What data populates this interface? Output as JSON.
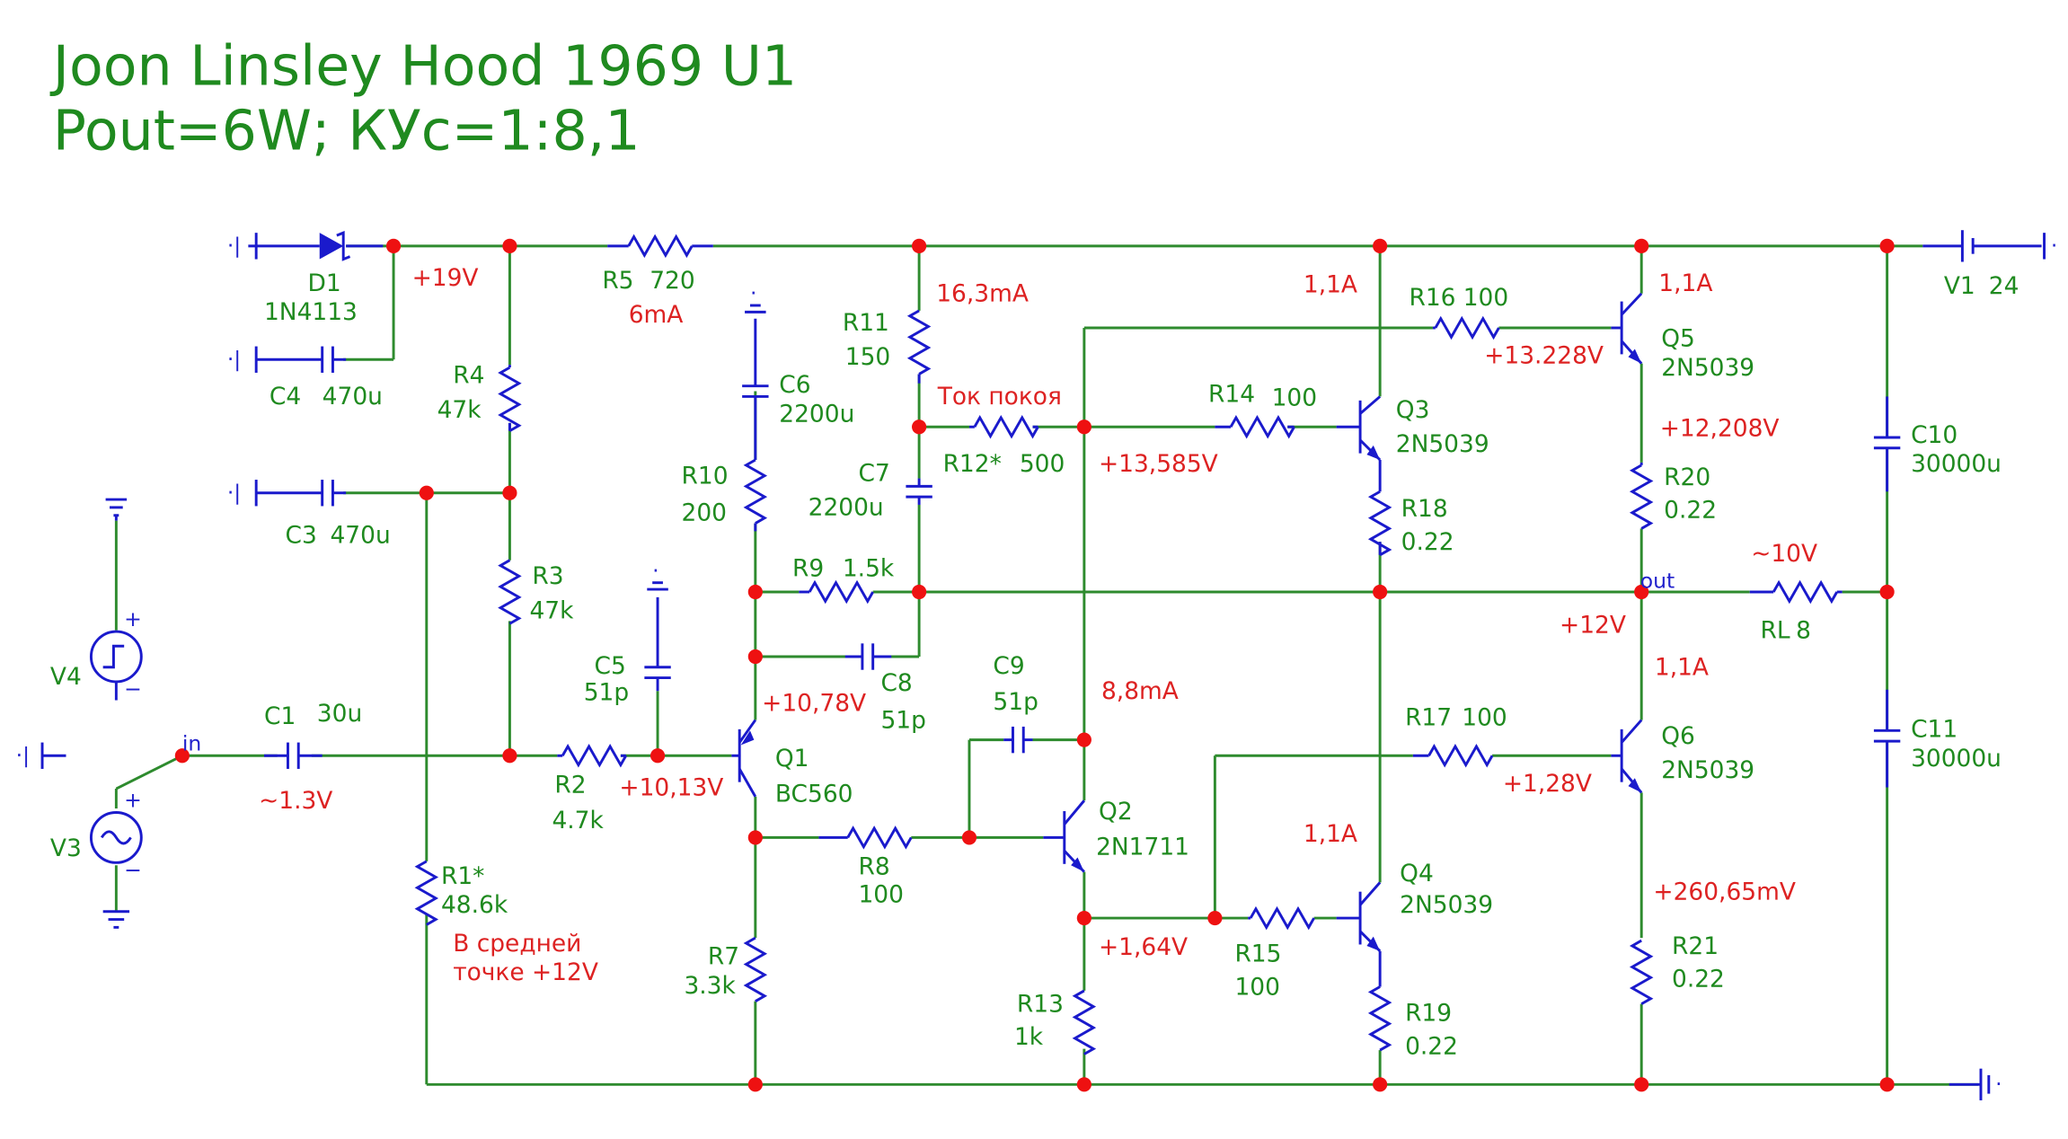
{
  "title": {
    "line1": "Joon Linsley Hood 1969 U1",
    "line2": "Pout=6W; КУс=1:8,1"
  },
  "components": {
    "D1": {
      "ref": "D1",
      "value": "1N4113"
    },
    "C4": {
      "ref": "C4",
      "value": "470u"
    },
    "C3": {
      "ref": "C3",
      "value": "470u"
    },
    "R5": {
      "ref": "R5",
      "value": "720"
    },
    "R4": {
      "ref": "R4",
      "value": "47k"
    },
    "R3": {
      "ref": "R3",
      "value": "47k"
    },
    "C6": {
      "ref": "C6",
      "value": "2200u"
    },
    "R11": {
      "ref": "R11",
      "value": "150"
    },
    "R10": {
      "ref": "R10",
      "value": "200"
    },
    "C7": {
      "ref": "C7",
      "value": "2200u"
    },
    "R12": {
      "ref": "R12*",
      "value": "500"
    },
    "R9": {
      "ref": "R9",
      "value": "1.5k"
    },
    "C8": {
      "ref": "C8",
      "value": "51p"
    },
    "C5": {
      "ref": "C5",
      "value": "51p"
    },
    "C1": {
      "ref": "C1",
      "value": "30u"
    },
    "R2": {
      "ref": "R2",
      "value": "4.7k"
    },
    "Q1": {
      "ref": "Q1",
      "value": "BC560"
    },
    "R1": {
      "ref": "R1*",
      "value": "48.6k"
    },
    "R7": {
      "ref": "R7",
      "value": "3.3k"
    },
    "R8": {
      "ref": "R8",
      "value": "100"
    },
    "C9": {
      "ref": "C9",
      "value": "51p"
    },
    "Q2": {
      "ref": "Q2",
      "value": "2N1711"
    },
    "R13": {
      "ref": "R13",
      "value": "1k"
    },
    "R14": {
      "ref": "R14",
      "value": "100"
    },
    "Q3": {
      "ref": "Q3",
      "value": "2N5039"
    },
    "R18": {
      "ref": "R18",
      "value": "0.22"
    },
    "R16": {
      "ref": "R16",
      "value": "100"
    },
    "Q5": {
      "ref": "Q5",
      "value": "2N5039"
    },
    "R20": {
      "ref": "R20",
      "value": "0.22"
    },
    "R17": {
      "ref": "R17",
      "value": "100"
    },
    "Q6": {
      "ref": "Q6",
      "value": "2N5039"
    },
    "R21": {
      "ref": "R21",
      "value": "0.22"
    },
    "R15": {
      "ref": "R15",
      "value": "100"
    },
    "Q4": {
      "ref": "Q4",
      "value": "2N5039"
    },
    "R19": {
      "ref": "R19",
      "value": "0.22"
    },
    "C10": {
      "ref": "C10",
      "value": "30000u"
    },
    "C11": {
      "ref": "C11",
      "value": "30000u"
    },
    "RL": {
      "ref": "RL",
      "value": "8"
    },
    "V1": {
      "ref": "V1",
      "value": "24"
    },
    "V3": {
      "ref": "V3"
    },
    "V4": {
      "ref": "V4"
    }
  },
  "measurements": {
    "v19": "+19V",
    "i_r5": "6mA",
    "i_r11": "16,3mA",
    "tok_pokoya": "Ток покоя",
    "v13585": "+13,585V",
    "v1078": "+10,78V",
    "v1013": "+10,13V",
    "v_in": "~1.3V",
    "mid_note1": "В средней",
    "mid_note2": "точке +12V",
    "i_q2": "8,8mA",
    "v164": "+1,64V",
    "i_q3": "1,1A",
    "i_q5": "1,1A",
    "v13228": "+13.228V",
    "v12208": "+12,208V",
    "v_out": "~10V",
    "v12": "+12V",
    "i_q6": "1,1A",
    "v128": "+1,28V",
    "i_q4": "1,1A",
    "v26065": "+260,65mV"
  },
  "nets": {
    "in": "in",
    "out": "out"
  },
  "colors": {
    "wire": "#2e8b2e",
    "component": "#1a1acc",
    "junction": "#ee1111",
    "label_green": "#1f8a1f",
    "label_red": "#dd2222"
  }
}
